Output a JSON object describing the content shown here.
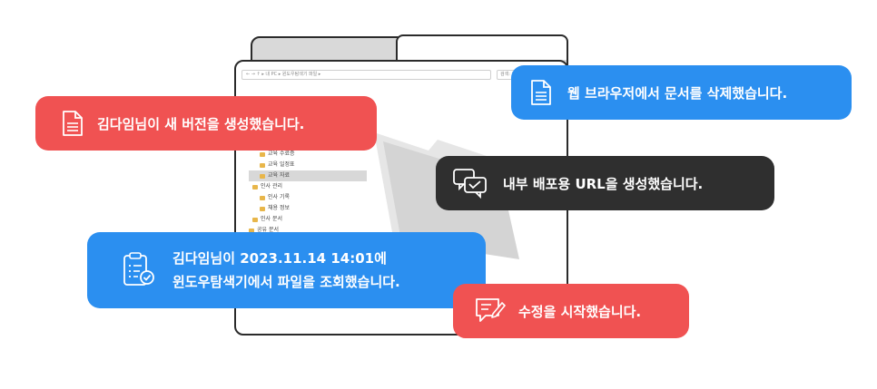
{
  "explorer": {
    "address_path": "← → ↑  ▸ 내 PC ▸ 윈도우탐색기 파일 ▸",
    "search_placeholder": "검색: 교육 자료",
    "tree": [
      {
        "label": "교육 수료증",
        "selected": false
      },
      {
        "label": "교육 일정표",
        "selected": false
      },
      {
        "label": "교육 자료",
        "selected": true
      },
      {
        "label": "인사 관리",
        "selected": false
      },
      {
        "label": "인사 기록",
        "selected": false
      },
      {
        "label": "채용 정보",
        "selected": false
      },
      {
        "label": "인사 문서",
        "selected": false
      },
      {
        "label": "공유 문서",
        "selected": false
      }
    ]
  },
  "notifications": {
    "new_version": "김다임님이 새 버전을 생성했습니다.",
    "deleted": "웹 브라우저에서 문서를 삭제했습니다.",
    "url": "내부 배포용 URL을 생성했습니다.",
    "viewed_line1": "김다임님이 2023.11.14 14:01에",
    "viewed_line2": "윈도우탐색기에서 파일을 조회했습니다.",
    "edit": "수정을 시작했습니다."
  },
  "colors": {
    "red": "#f05252",
    "blue": "#2b8ff0",
    "dark": "#2f2f2f"
  },
  "icons": {
    "new_version": "document-icon",
    "deleted": "document-icon",
    "url": "chat-bubbles-icon",
    "viewed": "clipboard-check-icon",
    "edit": "edit-note-icon"
  }
}
